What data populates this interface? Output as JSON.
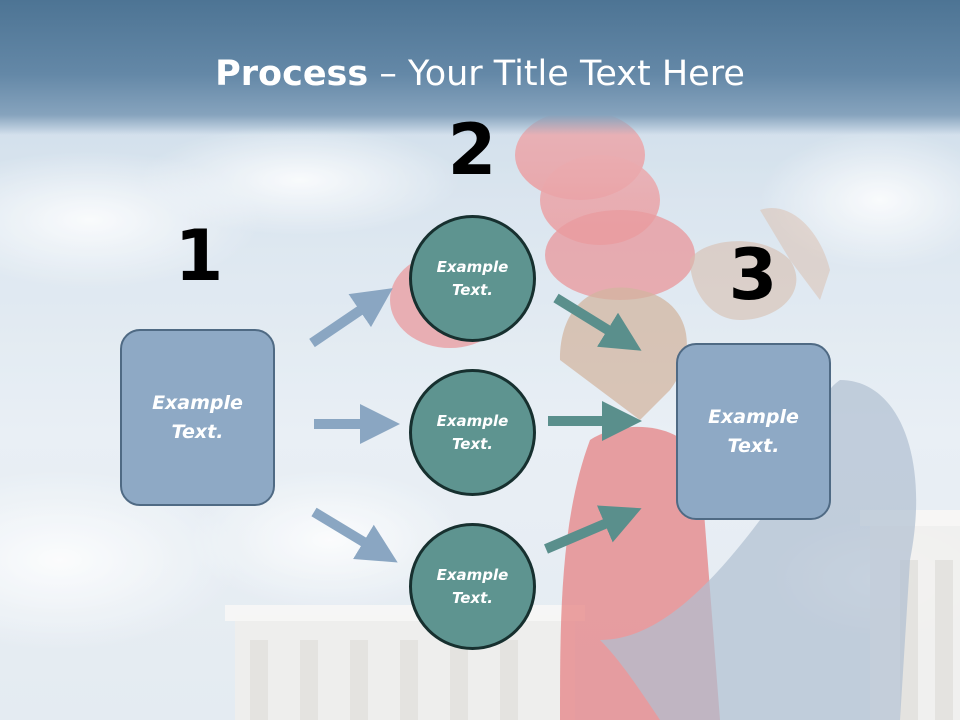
{
  "title": {
    "bold": "Process",
    "rest": " – Your Title Text Here"
  },
  "steps": [
    {
      "number": "1"
    },
    {
      "number": "2"
    },
    {
      "number": "3"
    }
  ],
  "left_box": {
    "text": "Example Text."
  },
  "circles": [
    {
      "text": "Example Text."
    },
    {
      "text": "Example Text."
    },
    {
      "text": "Example Text."
    }
  ],
  "right_box": {
    "text": "Example Text."
  },
  "colors": {
    "title_bar": "#5b7f9f",
    "box_fill": "#8ea9c5",
    "circle_fill": "#5e9490",
    "arrow_blue": "#8aa6c2",
    "arrow_teal": "#5a8f8c"
  }
}
